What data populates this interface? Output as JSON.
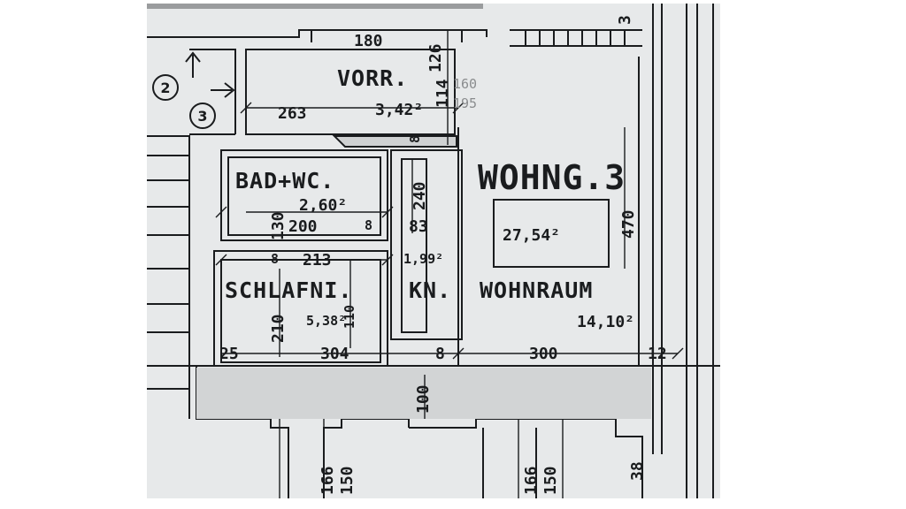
{
  "rooms": {
    "vorr": "VORR.",
    "bad": "BAD+WC.",
    "wohng": "WOHNG.3",
    "schlaf": "SCHLAFNI.",
    "kn": "KN.",
    "wohnraum": "WOHNRAUM"
  },
  "areas": {
    "vorr": "3,42²",
    "bad": "2,60²",
    "wohng": "27,54²",
    "schlaf": "5,38²",
    "kn": "1,99²",
    "wohnraum": "14,10²"
  },
  "markers": {
    "two": "2",
    "three": "3"
  },
  "dimensions": {
    "d180": "180",
    "d263": "263",
    "d126": "126",
    "d114": "114",
    "d160": "160",
    "d195": "195",
    "d8a": "8",
    "d130": "130",
    "d200": "200",
    "d8b": "8",
    "d240": "240",
    "d83": "83",
    "d470": "470",
    "d213": "213",
    "d8c": "8",
    "d110": "110",
    "d210": "210",
    "d25": "25",
    "d304": "304",
    "d8d": "8",
    "d300": "300",
    "d12": "12",
    "d100": "100",
    "d166a": "166",
    "d150a": "150",
    "d166b": "166",
    "d150b": "150",
    "d38": "38",
    "d3": "3"
  },
  "colors": {
    "paper": "#e7e9ea",
    "ink": "#1a1c1e"
  }
}
